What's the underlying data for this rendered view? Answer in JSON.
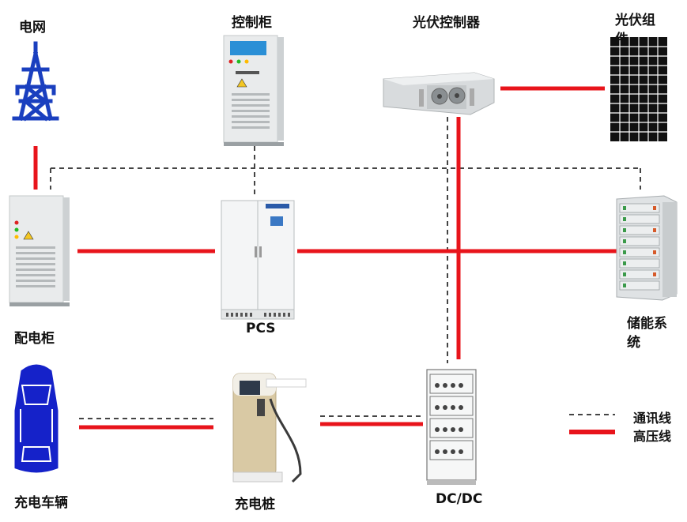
{
  "labels": {
    "grid": "电网",
    "control_cabinet": "控制柜",
    "pv_controller": "光伏控制器",
    "pv_module": "光伏组件",
    "distribution_cabinet": "配电柜",
    "pcs": "PCS",
    "storage_system": "储能系统",
    "ev": "充电车辆",
    "charger": "充电桩",
    "dcdc": "DC/DC"
  },
  "legend": {
    "comm_line": "通讯线",
    "hv_line": "高压线"
  },
  "colors": {
    "hv_line": "#e8141b",
    "comm_line": "#444444",
    "grid_icon": "#1a3fbf",
    "ev_icon": "#1522c9"
  }
}
